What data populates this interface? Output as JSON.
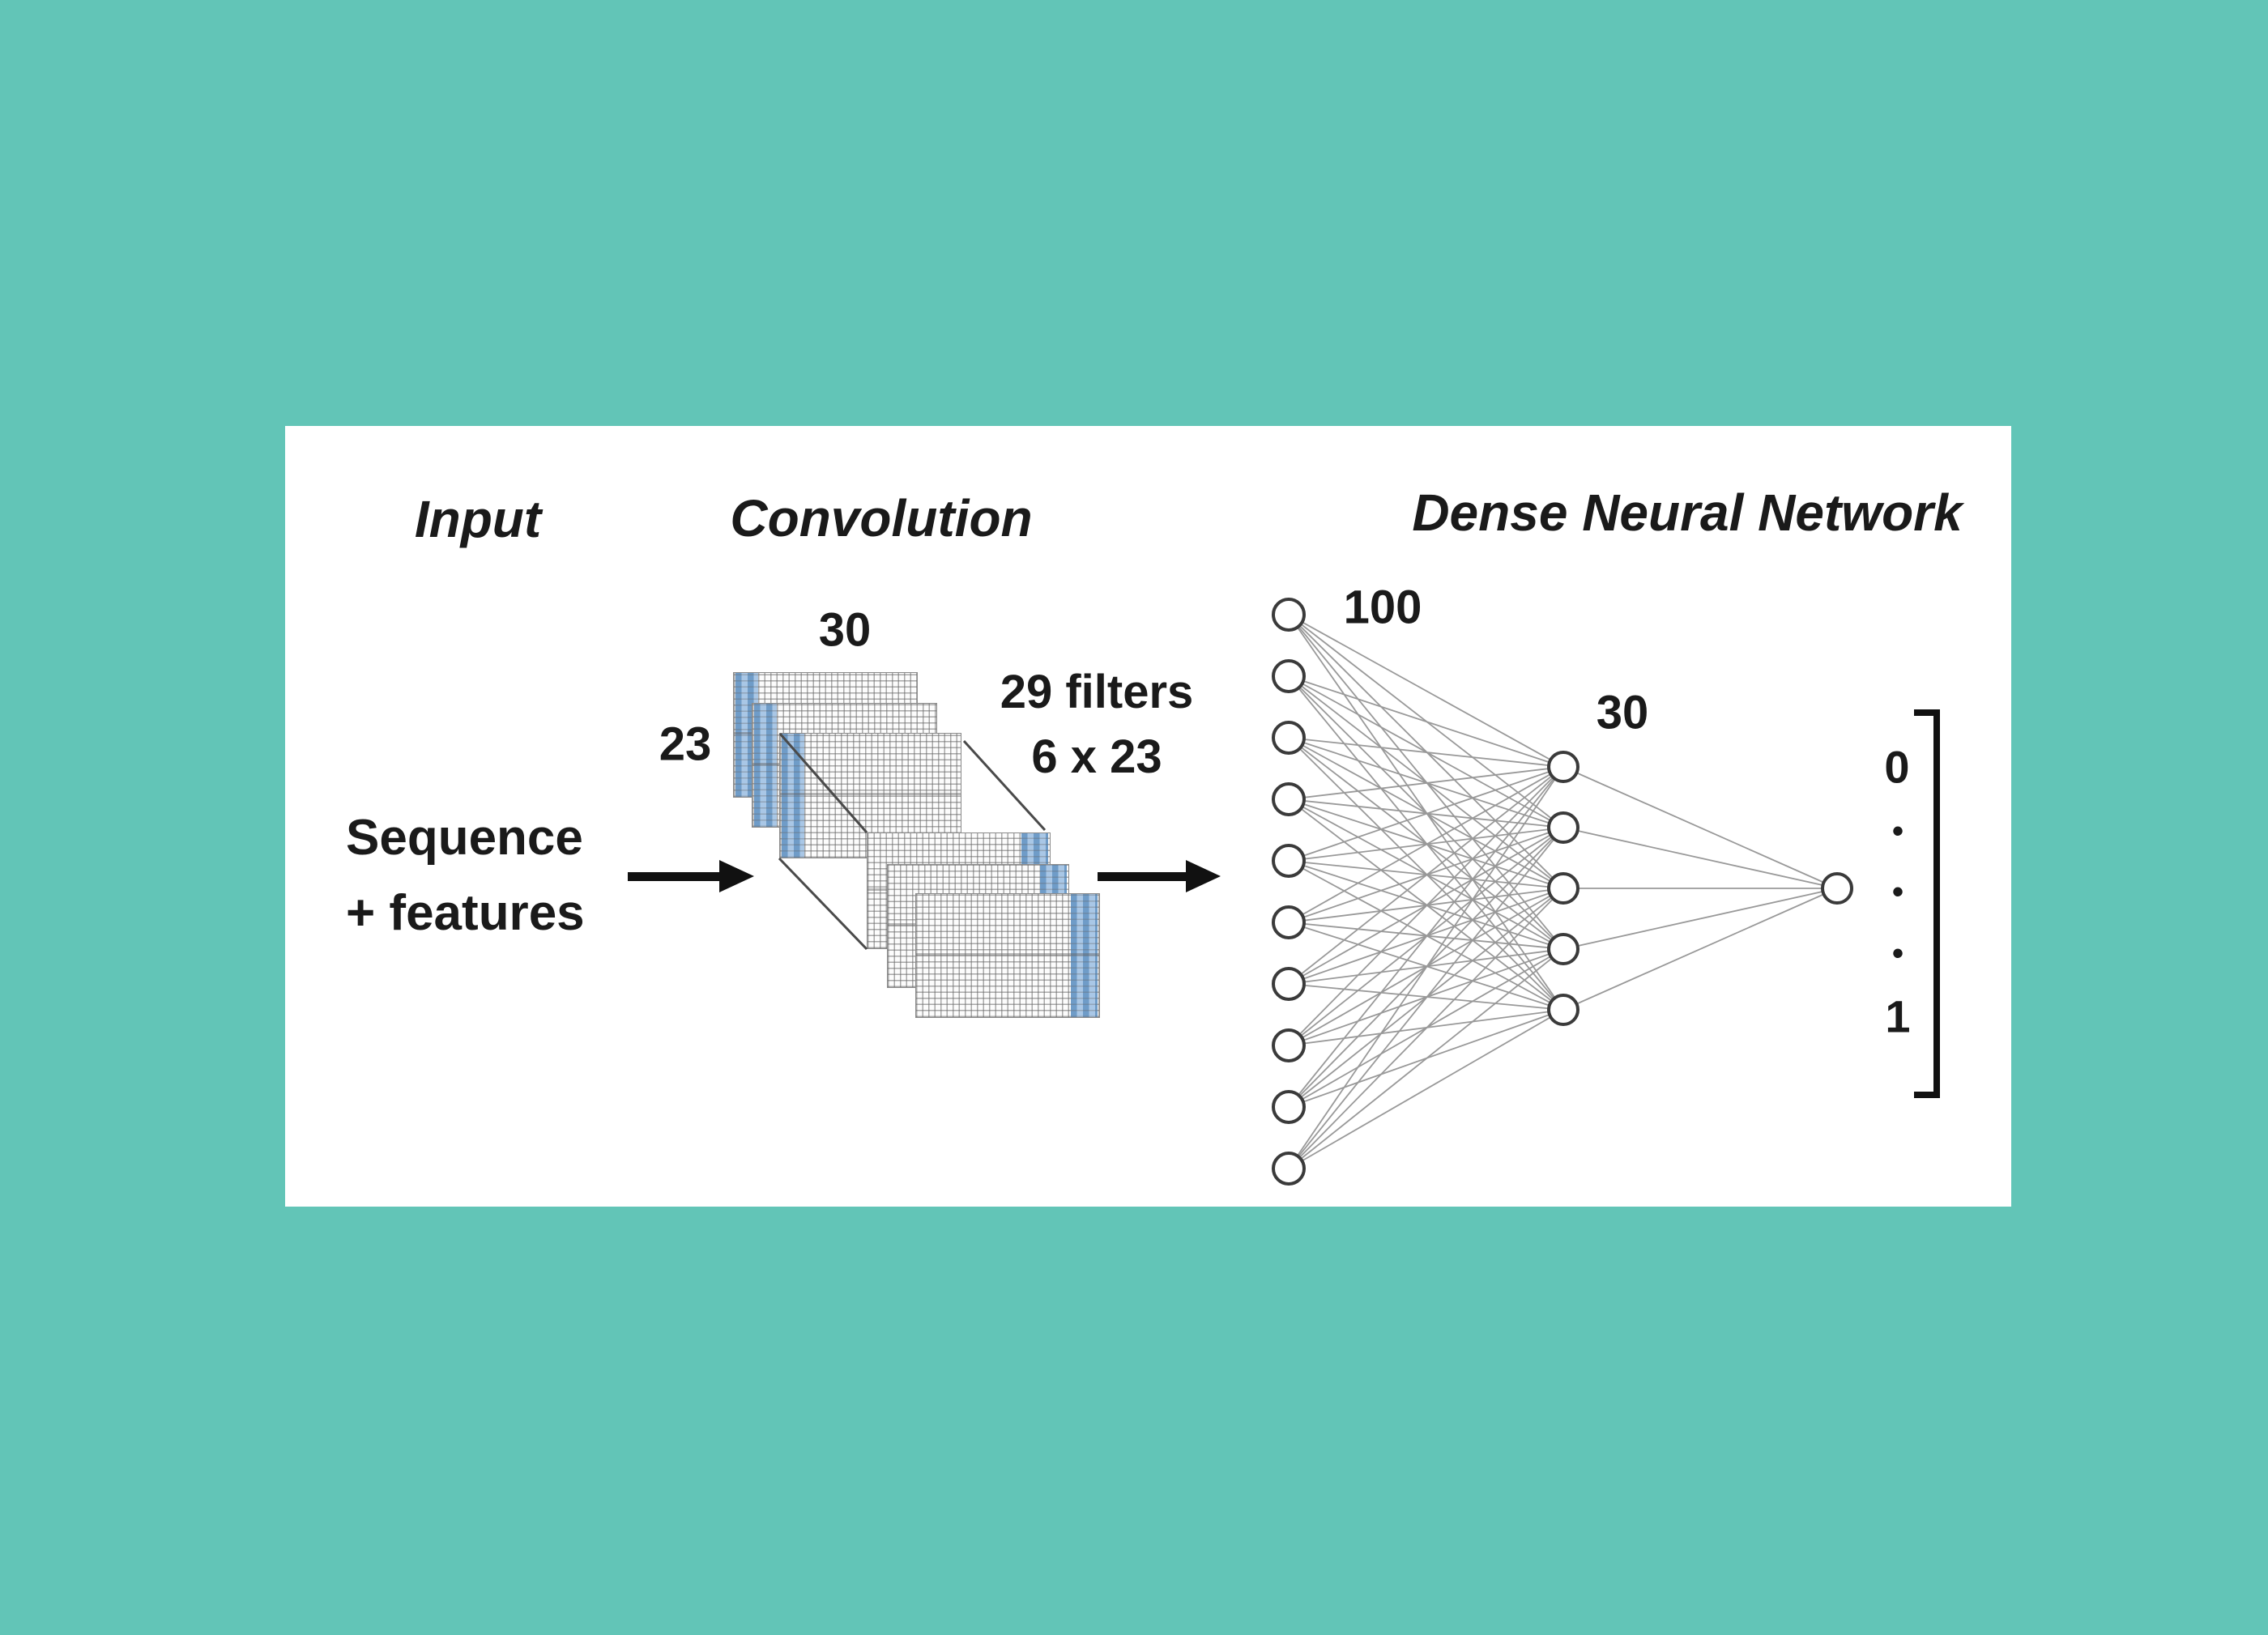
{
  "colors": {
    "background": "#62C5B7",
    "panel": "#FFFFFF",
    "text": "#1A1A1A",
    "node_stroke": "#3A3A3A",
    "node_fill": "#FFFFFF",
    "edge": "#999999",
    "connector": "#4A4A4A",
    "arrow": "#111111",
    "bracket": "#111111",
    "grid_line": "#8A8A8A",
    "blue_dark": "#6F9CC8",
    "blue_light": "#A9C7E6"
  },
  "headers": {
    "input": "Input",
    "convolution": "Convolution",
    "dense": "Dense Neural Network"
  },
  "input_block": {
    "line1": "Sequence",
    "line2": "+ features"
  },
  "conv_block": {
    "width_label": "30",
    "height_label": "23",
    "filters_line1": "29 filters",
    "filters_line2": "6 x 23",
    "num_input_grids": 3,
    "num_output_grids": 3
  },
  "dense_block": {
    "input_layer_label": "100",
    "hidden_layer_label": "30",
    "input_nodes_shown": 10,
    "hidden_nodes_shown": 5,
    "output_nodes_shown": 1
  },
  "output_vector": {
    "first": "0",
    "dots": [
      "•",
      "•",
      "•"
    ],
    "last": "1"
  }
}
